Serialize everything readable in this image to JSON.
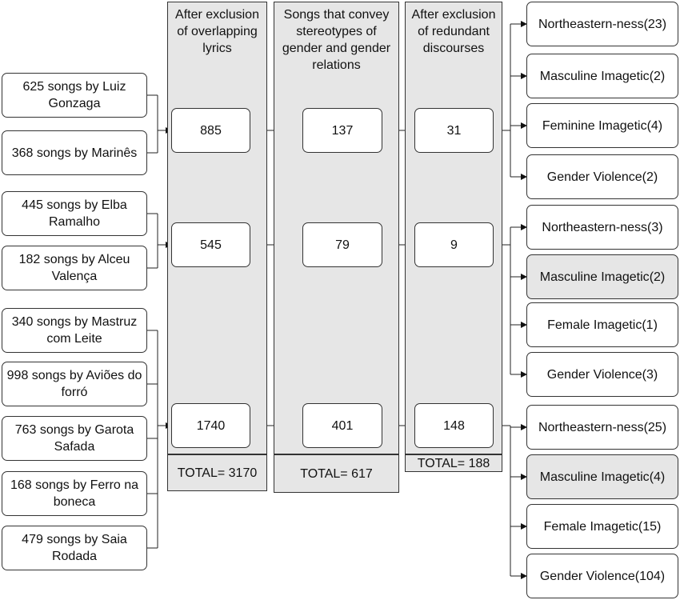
{
  "sources": [
    "625  songs by Luiz Gonzaga",
    "368  songs by Marinês",
    "445 songs by Elba Ramalho",
    "182  songs by Alceu Valença",
    "340  songs by Mastruz com Leite",
    "998  songs by Aviões do forró",
    "763 songs by Garota Safada",
    "168  songs by Ferro na boneca",
    "479  songs by Saia Rodada"
  ],
  "columns": [
    {
      "header": "After exclusion of overlapping lyrics",
      "values": [
        "885",
        "545",
        "1740"
      ],
      "total": "TOTAL= 3170"
    },
    {
      "header": "Songs that convey stereotypes of gender and gender relations",
      "values": [
        "137",
        "79",
        "401"
      ],
      "total": "TOTAL= 617"
    },
    {
      "header": "After exclusion of redundant discourses",
      "values": [
        "31",
        "9",
        "148"
      ],
      "total": "TOTAL= 188"
    }
  ],
  "categories": [
    {
      "label": "Northeastern-ness",
      "count": "(23)",
      "shaded": false
    },
    {
      "label": "Masculine Imagetic",
      "count": "(2)",
      "shaded": false
    },
    {
      "label": "Feminine Imagetic",
      "count": "(4)",
      "shaded": false
    },
    {
      "label": "Gender Violence",
      "count": "(2)",
      "shaded": false
    },
    {
      "label": "Northeastern-ness",
      "count": "(3)",
      "shaded": false
    },
    {
      "label": "Masculine Imagetic",
      "count": "(2)",
      "shaded": true
    },
    {
      "label": "Female Imagetic",
      "count": "(1)",
      "shaded": false
    },
    {
      "label": "Gender Violence",
      "count": "(3)",
      "shaded": false
    },
    {
      "label": "Northeastern-ness",
      "count": "(25)",
      "shaded": false
    },
    {
      "label": "Masculine Imagetic",
      "count": "(4)",
      "shaded": true
    },
    {
      "label": "Female Imagetic",
      "count": "(15)",
      "shaded": false
    },
    {
      "label": "Gender Violence",
      "count": "(104)",
      "shaded": false
    }
  ]
}
